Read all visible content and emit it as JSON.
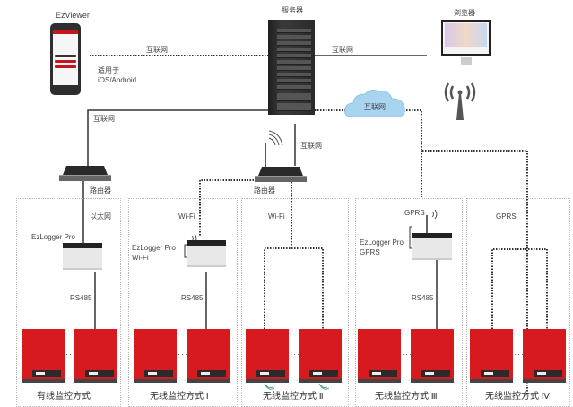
{
  "diagram": {
    "nodes": {
      "app": {
        "name": "EzViewer",
        "note_line1": "适用于",
        "note_line2": "iOS/Android"
      },
      "server": {
        "name": "服务器"
      },
      "browser": {
        "name": "浏览器"
      },
      "cloud": {
        "name": "互联网"
      },
      "router_left": {
        "name": "路由器"
      },
      "router_mid": {
        "name": "路由器"
      },
      "tower": {
        "name": "cell-tower"
      }
    },
    "link_labels": {
      "app_server": "互联网",
      "server_browser": "互联网",
      "server_router_left": "互联网",
      "server_router_mid": "互联网",
      "ethernet": "以太网",
      "wifi_1": "Wi-Fi",
      "wifi_2": "Wi-Fi",
      "gprs_1": "GPRS",
      "gprs_2": "GPRS",
      "rs485_1": "RS485",
      "rs485_2": "RS485",
      "rs485_3": "RS485"
    },
    "loggers": {
      "wired": {
        "line1": "EzLogger Pro"
      },
      "wifi": {
        "line1": "EzLogger Pro",
        "line2": "Wi-Fi"
      },
      "gprs": {
        "line1": "EzLogger Pro",
        "line2": "GPRS"
      }
    },
    "groups": [
      {
        "caption": "有线监控方式"
      },
      {
        "caption": "无线监控方式 Ⅰ"
      },
      {
        "caption": "无线监控方式 Ⅱ"
      },
      {
        "caption": "无线监控方式 Ⅲ"
      },
      {
        "caption": "无线监控方式 Ⅳ"
      }
    ],
    "ellipsis": "···",
    "colors": {
      "inverter": "#d71920",
      "cloud": "#a9d4ef",
      "line": "#333333"
    }
  }
}
